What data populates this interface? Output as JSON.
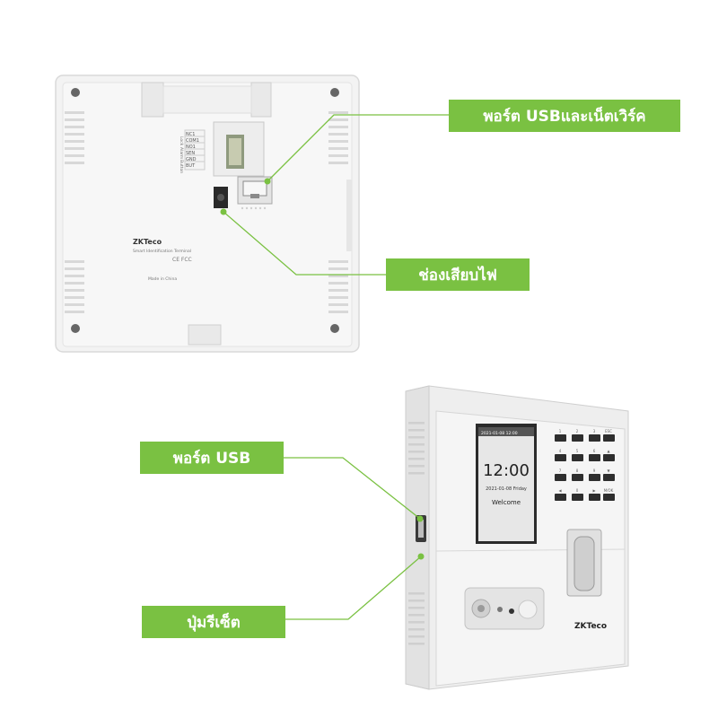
{
  "callouts": {
    "usb_network": "พอร์ต USBและเน็ตเวิร์ค",
    "power_jack": "ช่องเสียบไฟ",
    "usb_port": "พอร์ต USB",
    "reset_button": "ปุ่มรีเซ็ต"
  },
  "back_panel": {
    "brand": "ZKTeco",
    "terminal_text": "Smart Identification Terminal",
    "origin": "Made in China",
    "wiring_label_lock": "Lock",
    "wiring_label_alarm": "Alarm",
    "wiring_label_button": "Button",
    "terminals": [
      "NC1",
      "COM1",
      "NO1",
      "SEN",
      "GND",
      "BUT"
    ],
    "certifications": "CE FCC"
  },
  "device_screen": {
    "status_bar": "2021-01-08  12:00",
    "time": "12:00",
    "date": "2021-01-08  Friday",
    "message": "Welcome"
  },
  "device_front": {
    "brand": "ZKTeco",
    "keypad": [
      [
        "1",
        "2",
        "3",
        "ESC"
      ],
      [
        "4",
        "5",
        "6",
        "▲"
      ],
      [
        "7",
        "8",
        "9",
        "▼"
      ],
      [
        "◀",
        "0",
        "▶",
        "M/OK"
      ]
    ]
  },
  "colors": {
    "accent": "#7ac142",
    "connector_line": "#7ac142"
  }
}
